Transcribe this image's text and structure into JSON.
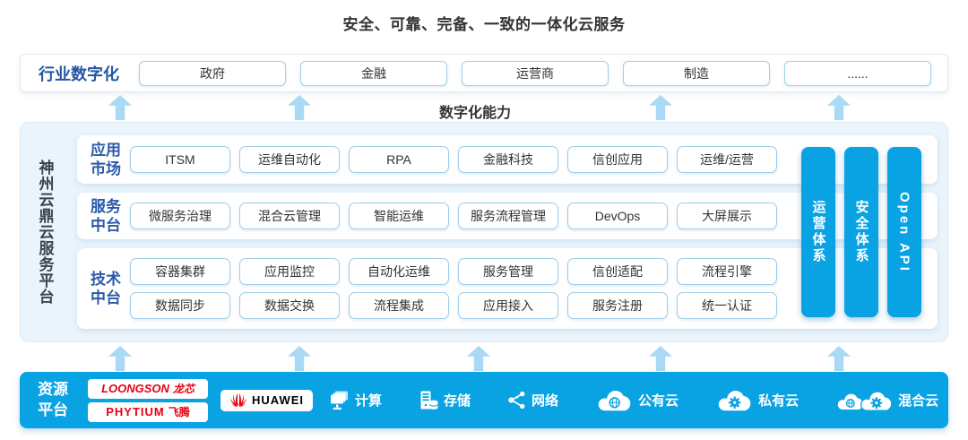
{
  "title": "安全、可靠、完备、一致的一体化云服务",
  "industry_row": {
    "label": "行业数字化",
    "items": [
      "政府",
      "金融",
      "运营商",
      "制造",
      "......"
    ]
  },
  "digital_capability_label": "数字化能力",
  "platform": {
    "side_label": "神州云鼎云服务平台",
    "rows": [
      {
        "label": "应用市场",
        "chips": [
          "ITSM",
          "运维自动化",
          "RPA",
          "金融科技",
          "信创应用",
          "运维/运营"
        ]
      },
      {
        "label": "服务中台",
        "chips": [
          "微服务治理",
          "混合云管理",
          "智能运维",
          "服务流程管理",
          "DevOps",
          "大屏展示"
        ]
      },
      {
        "label": "技术中台",
        "chips_top": [
          "容器集群",
          "应用监控",
          "自动化运维",
          "服务管理",
          "信创适配",
          "流程引擎"
        ],
        "chips_bottom": [
          "数据同步",
          "数据交换",
          "流程集成",
          "应用接入",
          "服务注册",
          "统一认证"
        ]
      }
    ],
    "pillars": [
      "运营体系",
      "安全体系",
      "Open API"
    ]
  },
  "resource_bar": {
    "label": "资源平台",
    "vendors": {
      "loongson": {
        "en": "LOONGSON",
        "cn": "龙芯"
      },
      "phytium": {
        "en": "PHYTIUM",
        "cn": "飞腾"
      },
      "huawei": {
        "en": "HUAWEI"
      }
    },
    "resources": [
      {
        "icon": "compute-icon",
        "label": "计算"
      },
      {
        "icon": "storage-icon",
        "label": "存储"
      },
      {
        "icon": "network-icon",
        "label": "网络"
      },
      {
        "icon": "public-cloud-icon",
        "label": "公有云"
      },
      {
        "icon": "private-cloud-icon",
        "label": "私有云"
      },
      {
        "icon": "hybrid-cloud-icon",
        "label": "混合云"
      }
    ]
  },
  "colors": {
    "accent_cyan": "#09a2e3",
    "arrow_blue": "#a9d9f4",
    "label_blue": "#2b5aa8",
    "industry_label_blue": "#2456a4",
    "panel_bg": "#e9f4fc",
    "chip_border": "#9fcce9",
    "vendor_red": "#e60012",
    "text_dark": "#333333"
  }
}
